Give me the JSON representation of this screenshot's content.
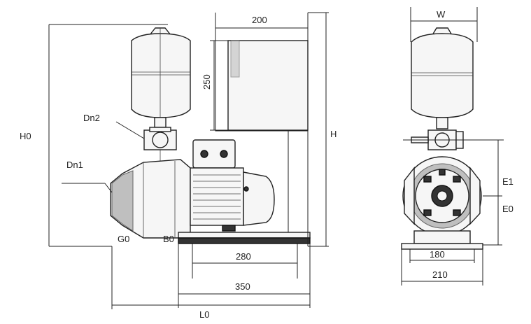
{
  "labels": {
    "h0": "H0",
    "h": "H",
    "dn1": "Dn1",
    "dn2": "Dn2",
    "g0": "G0",
    "b0": "B0",
    "l0": "L0",
    "w": "W",
    "e1": "E1",
    "e0": "E0"
  },
  "dimensions": {
    "top_width": "200",
    "tank_height": "250",
    "base_inner": "280",
    "base_outer": "350",
    "side_inner": "180",
    "side_outer": "210"
  },
  "colors": {
    "line": "#222222",
    "shade": "#bfbfbf",
    "dark": "#333333"
  }
}
